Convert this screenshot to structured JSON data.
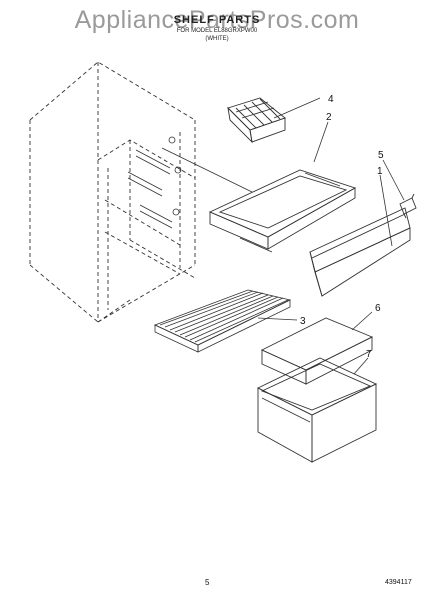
{
  "header": {
    "watermark": "AppliancePartsPros.com",
    "title": "SHELF PARTS",
    "subtitle_line1": "FOR MODEL EL88GRXPW00",
    "subtitle_line2": "(WHITE)"
  },
  "callouts": [
    "1",
    "2",
    "3",
    "4",
    "5",
    "6",
    "7"
  ],
  "footer": {
    "page_number": "5",
    "document_number": "4394117"
  }
}
